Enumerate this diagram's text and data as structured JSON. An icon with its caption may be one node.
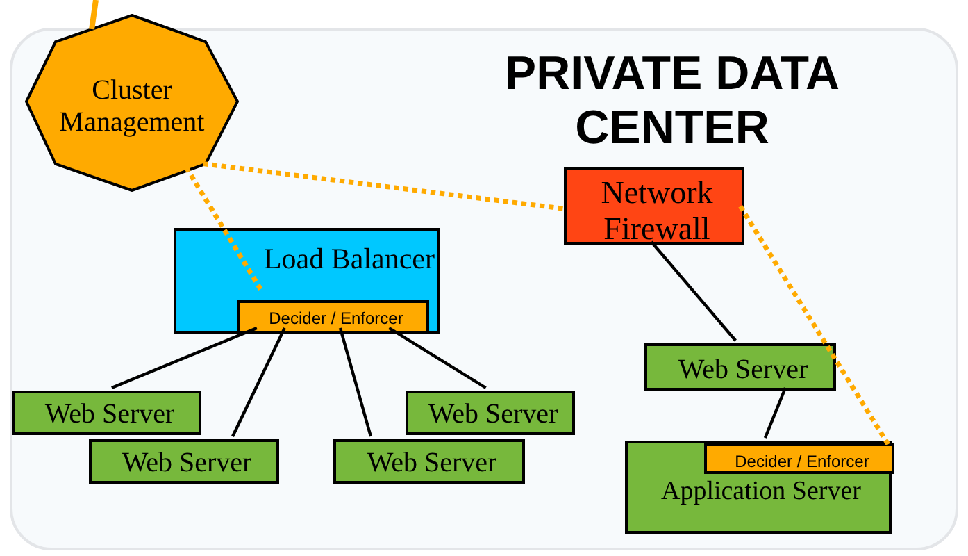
{
  "diagram": {
    "nodes": [
      {
        "text": [
          "PRIVATE DATA CENTER"
        ]
      },
      {
        "text": [
          "Cluster Management"
        ]
      },
      {
        "text": [
          "Network Firewall"
        ],
        "in": 0
      },
      {
        "text": [
          "Load Balancer"
        ],
        "in": 0
      },
      {
        "text": [
          "Decider / Enforcer"
        ],
        "in": 3
      },
      {
        "text": [
          "Web Server"
        ],
        "in": 0
      },
      {
        "text": [
          "Web Server"
        ],
        "in": 0
      },
      {
        "text": [
          "Web Server"
        ],
        "in": 0
      },
      {
        "text": [
          "Web Server"
        ],
        "in": 0
      },
      {
        "text": [
          "Web Server"
        ],
        "in": 0
      },
      {
        "text": [
          "Application Server"
        ],
        "in": 0
      },
      {
        "text": [
          "Decider / Enforcer"
        ],
        "in": 10
      }
    ],
    "edges": [
      {
        "from": null,
        "to": 1,
        "arrow": "none",
        "style": "thick",
        "color": "#ffaa00"
      },
      {
        "from": 1,
        "to": 2,
        "arrow": "none",
        "style": "dashed",
        "color": "#ffaa00"
      },
      {
        "from": 1,
        "to": 4,
        "arrow": "none",
        "style": "dashed",
        "color": "#ffaa00"
      },
      {
        "from": 2,
        "to": 11,
        "arrow": "none",
        "style": "dashed",
        "color": "#ffaa00"
      },
      {
        "from": 2,
        "to": 9,
        "arrow": "none"
      },
      {
        "from": 9,
        "to": 11,
        "arrow": "none"
      },
      {
        "from": 4,
        "to": 5,
        "arrow": "none"
      },
      {
        "from": 4,
        "to": 6,
        "arrow": "none"
      },
      {
        "from": 4,
        "to": 7,
        "arrow": "none"
      },
      {
        "from": 4,
        "to": 8,
        "arrow": "none"
      }
    ]
  }
}
